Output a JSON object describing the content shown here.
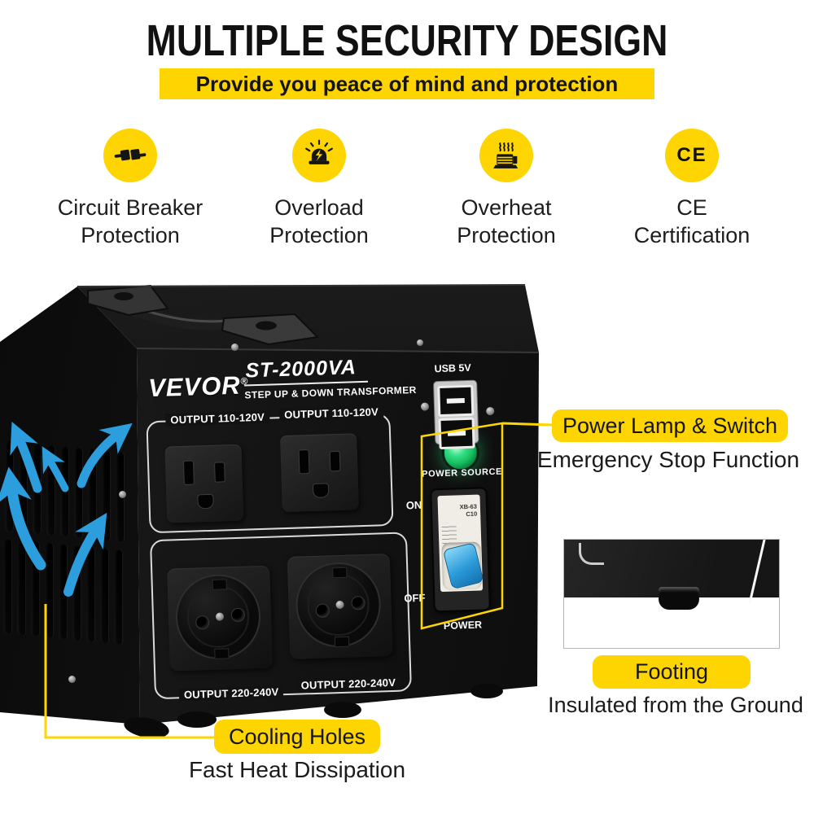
{
  "header": {
    "title": "MULTIPLE SECURITY DESIGN",
    "subtitle": "Provide you peace of mind and protection"
  },
  "features": [
    {
      "line1": "Circuit Breaker",
      "line2": "Protection"
    },
    {
      "line1": "Overload",
      "line2": "Protection"
    },
    {
      "line1": "Overheat",
      "line2": "Protection"
    },
    {
      "line1": "CE",
      "line2": "Certification",
      "icon_text": "CE"
    }
  ],
  "device": {
    "brand": "VEVOR",
    "reg_mark": "®",
    "model": "ST-2000VA",
    "model_subtitle": "STEP UP & DOWN TRANSFORMER",
    "usb_label": "USB 5V",
    "outlets_us": {
      "label_left": "OUTPUT 110-120V",
      "label_right": "OUTPUT 110-120V"
    },
    "outlets_eu": {
      "label_left": "OUTPUT 220-240V",
      "label_right": "OUTPUT 220-240V"
    },
    "power_source_label": "POWER SOURCE",
    "on_label": "ON",
    "off_label": "OFF",
    "power_label": "POWER",
    "breaker_text_line1": "XB-63",
    "breaker_text_line2": "C10"
  },
  "callouts": {
    "power_lamp": {
      "title": "Power Lamp & Switch",
      "subtitle": "Emergency Stop Function"
    },
    "footing": {
      "title": "Footing",
      "subtitle": "Insulated from the Ground"
    },
    "cooling": {
      "title": "Cooling Holes",
      "subtitle": "Fast Heat Dissipation"
    }
  },
  "colors": {
    "accent_yellow": "#FFD501",
    "arrow_blue": "#2D9EDD",
    "lamp_green": "#16C061"
  }
}
